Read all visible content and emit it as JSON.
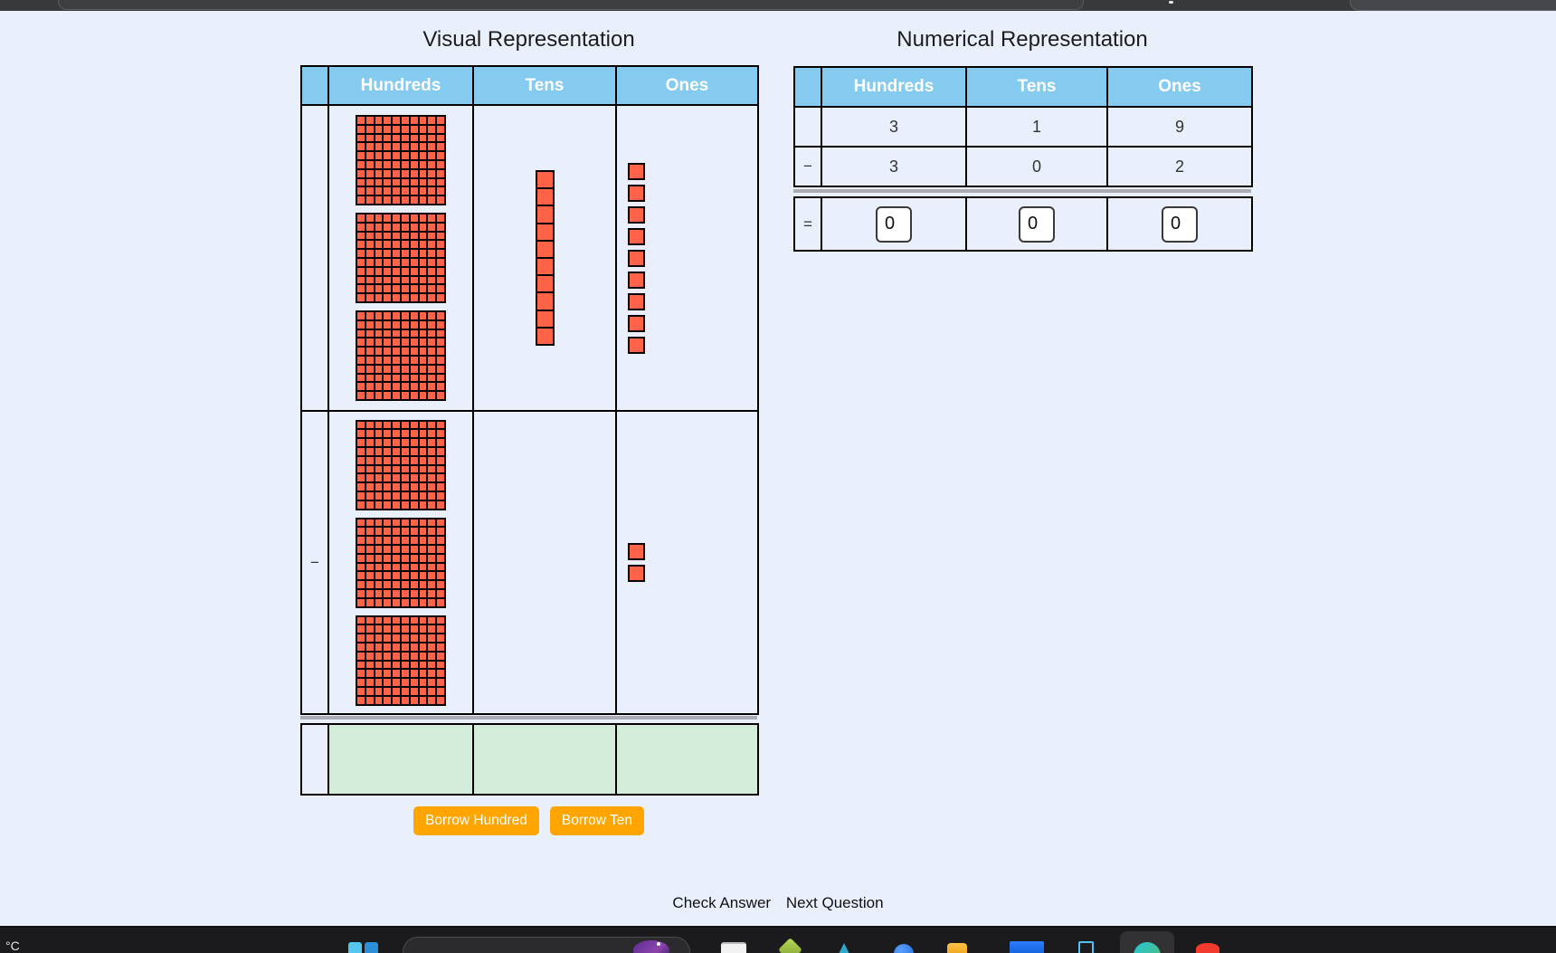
{
  "colors": {
    "page_bg": "#E9F0FC",
    "header_blue": "#85CBF0",
    "block_color": "#FF6347",
    "button_orange": "#FFA500",
    "result_green": "#D4EDDA"
  },
  "visual": {
    "title": "Visual Representation",
    "columns": [
      "Hundreds",
      "Tens",
      "Ones"
    ],
    "minuend": {
      "row_label": "",
      "hundreds": 3,
      "tens": 1,
      "ones": 9
    },
    "subtrahend": {
      "row_label": "−",
      "hundreds": 3,
      "tens": 0,
      "ones": 2
    },
    "result_row_label": "",
    "buttons": [
      {
        "label": "Borrow Hundred"
      },
      {
        "label": "Borrow Ten"
      }
    ]
  },
  "numerical": {
    "title": "Numerical Representation",
    "columns": [
      "Hundreds",
      "Tens",
      "Ones"
    ],
    "rows": [
      {
        "label": "",
        "values": [
          "3",
          "1",
          "9"
        ]
      },
      {
        "label": "−",
        "values": [
          "3",
          "0",
          "2"
        ]
      }
    ],
    "result": {
      "label": "=",
      "inputs": [
        "0",
        "0",
        "0"
      ]
    }
  },
  "footer": {
    "check_label": "Check Answer",
    "next_label": "Next Question"
  },
  "taskbar": {
    "weather": "°C"
  }
}
